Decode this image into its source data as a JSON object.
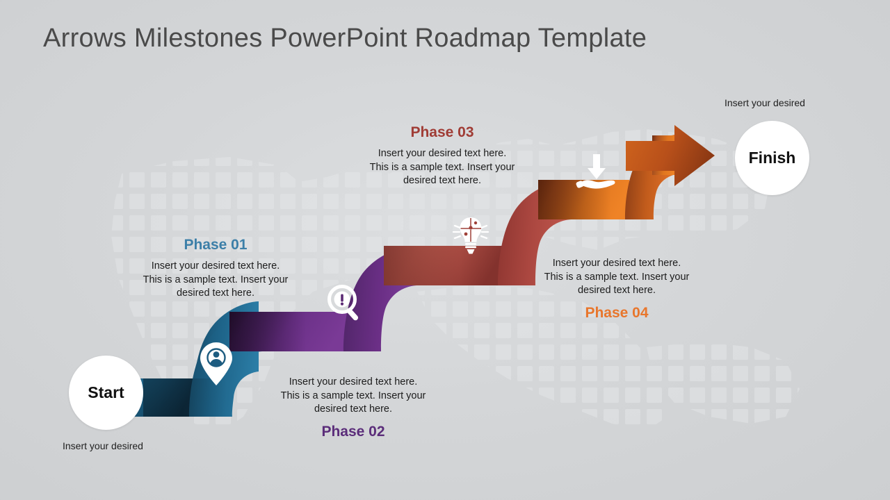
{
  "slide": {
    "title": "Arrows Milestones PowerPoint Roadmap Template",
    "background_color": "#d2d4d6",
    "background_pattern": "dotted-world-map"
  },
  "endpoints": {
    "start": {
      "label": "Start",
      "caption": "Insert your desired",
      "icon": "white-circle"
    },
    "finish": {
      "label": "Finish",
      "caption": "Insert your desired",
      "icon": "white-circle"
    }
  },
  "body_text": "Insert your desired text here. This is a sample text. Insert your desired text here.",
  "phases": [
    {
      "label": "Phase 01",
      "color": "#3c7fa8",
      "text_line_1": "Insert your desired text here.",
      "text_line_2": "This is a sample text. Insert your",
      "text_line_3": "desired text here.",
      "label_position": "above",
      "icon": "map-pin-person-icon",
      "ribbon_color": "#1d6287"
    },
    {
      "label": "Phase 02",
      "color": "#5b2d7a",
      "text_line_1": "Insert your desired text here.",
      "text_line_2": "This is a sample text. Insert your",
      "text_line_3": "desired text here.",
      "label_position": "below",
      "icon": "magnifier-alert-icon",
      "ribbon_color": "#6b2f86"
    },
    {
      "label": "Phase 03",
      "color": "#a03c35",
      "text_line_1": "Insert your desired text here.",
      "text_line_2": "This is a sample text. Insert your",
      "text_line_3": "desired text here.",
      "label_position": "above",
      "icon": "lightbulb-puzzle-icon",
      "ribbon_color": "#b04a42"
    },
    {
      "label": "Phase 04",
      "color": "#e8762c",
      "text_line_1": "Insert your desired text here.",
      "text_line_2": "This is a sample text. Insert your",
      "text_line_3": "desired text here.",
      "label_position": "below",
      "icon": "hand-receive-arrow-icon",
      "ribbon_color": "#e1761f"
    }
  ],
  "arrow": {
    "head_color": "#c1591a",
    "direction": "right"
  }
}
